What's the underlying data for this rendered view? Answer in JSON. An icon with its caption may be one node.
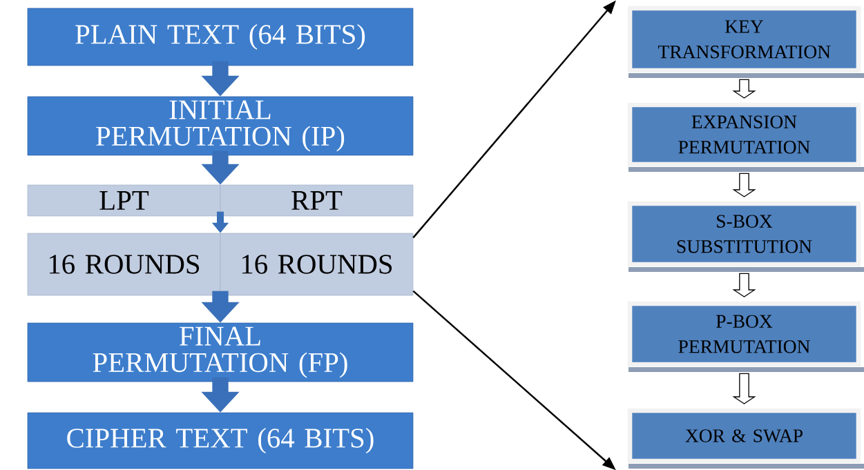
{
  "diagram": {
    "nodes": [
      {
        "text": [
          "PLAIN TEXT (64 BITS)"
        ]
      },
      {
        "text": [
          "INITIAL PERMUTATION (IP)"
        ]
      },
      {
        "text": [
          "LPT"
        ]
      },
      {
        "text": [
          "RPT"
        ]
      },
      {
        "text": [
          "16 ROUNDS"
        ]
      },
      {
        "text": [
          "16 ROUNDS"
        ]
      },
      {
        "text": [
          "FINAL PERMUTATION (FP)"
        ]
      },
      {
        "text": [
          "CIPHER TEXT (64 BITS)"
        ]
      },
      {
        "text": [
          "KEY TRANSFORMATION"
        ]
      },
      {
        "text": [
          "EXPANSION PERMUTATION"
        ]
      },
      {
        "text": [
          "S-BOX SUBSTITUTION"
        ]
      },
      {
        "text": [
          "P-BOX PERMUTATION"
        ]
      },
      {
        "text": [
          "XOR & SWAP"
        ]
      }
    ],
    "edges": [
      {
        "from": 0,
        "to": 1,
        "arrow": "to"
      },
      {
        "from": 1,
        "to": 2,
        "arrow": "to"
      },
      {
        "from": 1,
        "to": 3,
        "arrow": "to"
      },
      {
        "from": 2,
        "to": 4,
        "arrow": "to"
      },
      {
        "from": 3,
        "to": 5,
        "arrow": "to"
      },
      {
        "from": 4,
        "to": 6,
        "arrow": "to"
      },
      {
        "from": 5,
        "to": 6,
        "arrow": "to"
      },
      {
        "from": 6,
        "to": 7,
        "arrow": "to"
      },
      {
        "from": 5,
        "to": 8,
        "arrow": "to",
        "color": "#000000"
      },
      {
        "from": 5,
        "to": 12,
        "arrow": "to",
        "color": "#000000"
      },
      {
        "from": 8,
        "to": 9,
        "arrow": "to"
      },
      {
        "from": 9,
        "to": 10,
        "arrow": "to"
      },
      {
        "from": 10,
        "to": 11,
        "arrow": "to"
      },
      {
        "from": 11,
        "to": 12,
        "arrow": "to"
      }
    ]
  }
}
